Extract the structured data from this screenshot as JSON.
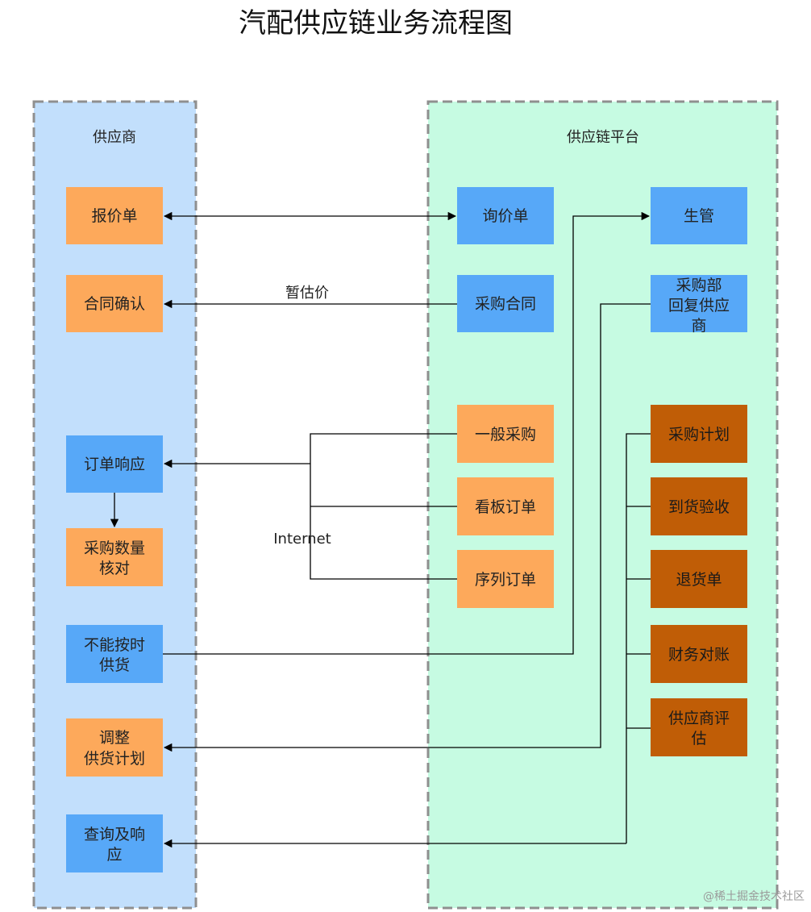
{
  "title": "汽配供应链业务流程图",
  "lanes": {
    "supplier": "供应商",
    "platform": "供应链平台"
  },
  "colors": {
    "supplier_lane": "#c2dffc",
    "platform_lane": "#c6fbe2",
    "lane_border": "#8f8f8f",
    "blue_box": "#57a8f8",
    "orange_box": "#fda95b",
    "brown_box": "#c05d06"
  },
  "nodes": {
    "quote": "报价单",
    "contract_confirm": "合同确认",
    "order_response": [
      "订单响应"
    ],
    "qty_check": [
      "采购数量",
      "核对"
    ],
    "late_supply": [
      "不能按时",
      "供货"
    ],
    "adjust_plan": [
      "调整",
      "供货计划"
    ],
    "query_response": [
      "查询及响",
      "应"
    ],
    "inquiry": "询价单",
    "purchase_contract": "采购合同",
    "general_purchase": "一般采购",
    "kanban_order": "看板订单",
    "sequence_order": "序列订单",
    "production_mgmt": "生管",
    "purchasing_reply": [
      "采购部",
      "回复供应",
      "商"
    ],
    "purchase_plan": "采购计划",
    "receipt_check": "到货验收",
    "return_order": "退货单",
    "finance_recon": "财务对账",
    "supplier_eval": [
      "供应商评",
      "估"
    ]
  },
  "edge_labels": {
    "estimate_price": "暂估价",
    "internet": "Internet"
  },
  "watermark": "@稀土掘金技术社区"
}
